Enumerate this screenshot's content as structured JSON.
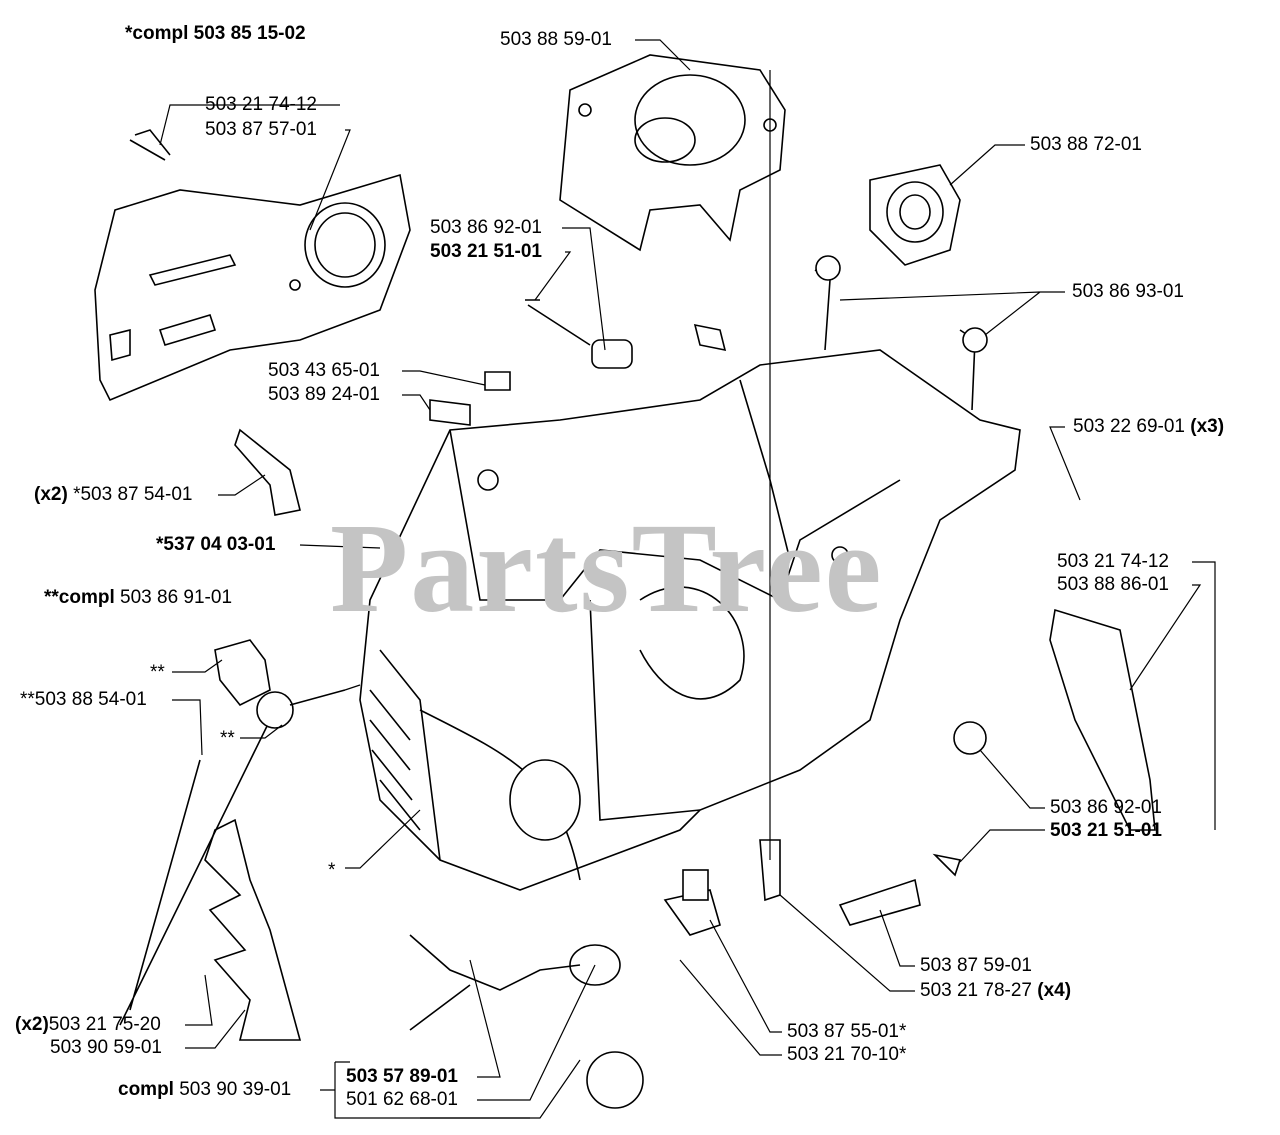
{
  "watermark": "PartsTree",
  "labels": [
    {
      "pre": "*compl 503 85 15-02",
      "text": "",
      "post": ""
    },
    {
      "pre": "",
      "text": "503 88 59-01",
      "post": ""
    },
    {
      "pre": "",
      "text": "503 21 74-12",
      "post": ""
    },
    {
      "pre": "",
      "text": "503 87 57-01",
      "post": ""
    },
    {
      "pre": "",
      "text": "503 88 72-01",
      "post": ""
    },
    {
      "pre": "",
      "text": "503 86 92-01",
      "post": ""
    },
    {
      "pre": "503 21 51-01",
      "text": "",
      "post": ""
    },
    {
      "pre": "",
      "text": "503 86 93-01",
      "post": ""
    },
    {
      "pre": "",
      "text": "503 43 65-01",
      "post": ""
    },
    {
      "pre": "",
      "text": "503 89 24-01",
      "post": ""
    },
    {
      "pre": "",
      "text": "503 22 69-01 ",
      "post": "(x3)"
    },
    {
      "pre": "(x2) ",
      "text": "*503 87 54-01",
      "post": ""
    },
    {
      "pre": "*537 04 03-01",
      "text": "",
      "post": ""
    },
    {
      "pre": "**compl ",
      "text": "503 86 91-01",
      "post": ""
    },
    {
      "pre": "",
      "text": "503 21 74-12",
      "post": ""
    },
    {
      "pre": "",
      "text": "503 88 86-01",
      "post": ""
    },
    {
      "pre": "",
      "text": "**",
      "post": ""
    },
    {
      "pre": "",
      "text": "**503 88 54-01",
      "post": ""
    },
    {
      "pre": "",
      "text": "**",
      "post": ""
    },
    {
      "pre": "",
      "text": "503 86 92-01",
      "post": ""
    },
    {
      "pre": "503 21 51-01",
      "text": "",
      "post": ""
    },
    {
      "pre": "",
      "text": "*",
      "post": ""
    },
    {
      "pre": "",
      "text": "503 87 59-01",
      "post": ""
    },
    {
      "pre": "",
      "text": "503 21 78-27 ",
      "post": "(x4)"
    },
    {
      "pre": "(x2)",
      "text": "503 21 75-20",
      "post": ""
    },
    {
      "pre": "",
      "text": "503 90 59-01",
      "post": ""
    },
    {
      "pre": "",
      "text": "503 87 55-01*",
      "post": ""
    },
    {
      "pre": "",
      "text": "503 21 70-10*",
      "post": ""
    },
    {
      "pre": "compl ",
      "text": "503 90 39-01",
      "post": ""
    },
    {
      "pre": "503 57 89-01",
      "text": "",
      "post": ""
    },
    {
      "pre": "",
      "text": "501 62 68-01",
      "post": ""
    }
  ]
}
